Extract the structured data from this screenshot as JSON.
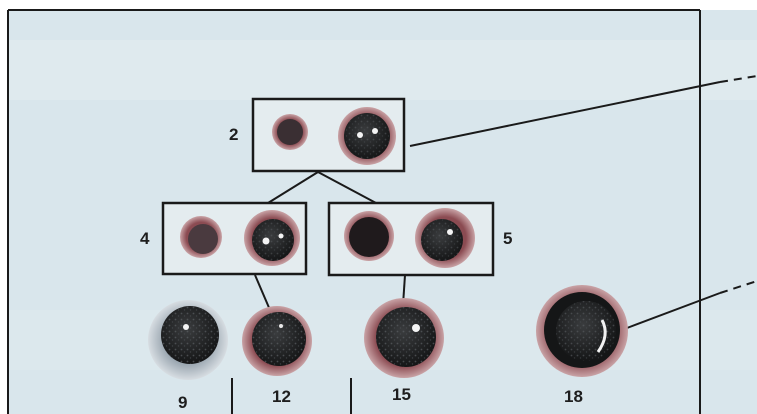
{
  "diagram": {
    "colors": {
      "background": "#d9e6ec",
      "border": "#1a1a1a",
      "cell_rim": "#8b4b52",
      "cell_core": "#232527",
      "text": "#1e1e1e"
    },
    "groups": [
      {
        "label": "2",
        "cells": [
          "small-cell",
          "vacuolated-cell"
        ]
      },
      {
        "label": "4",
        "cells": [
          "small-cell",
          "vacuolated-cell"
        ]
      },
      {
        "label": "5",
        "cells": [
          "dark-cell",
          "vacuolated-cell"
        ]
      }
    ],
    "bottom_cells": [
      {
        "label": "9"
      },
      {
        "label": "12"
      },
      {
        "label": "15"
      },
      {
        "label": "18"
      }
    ]
  }
}
